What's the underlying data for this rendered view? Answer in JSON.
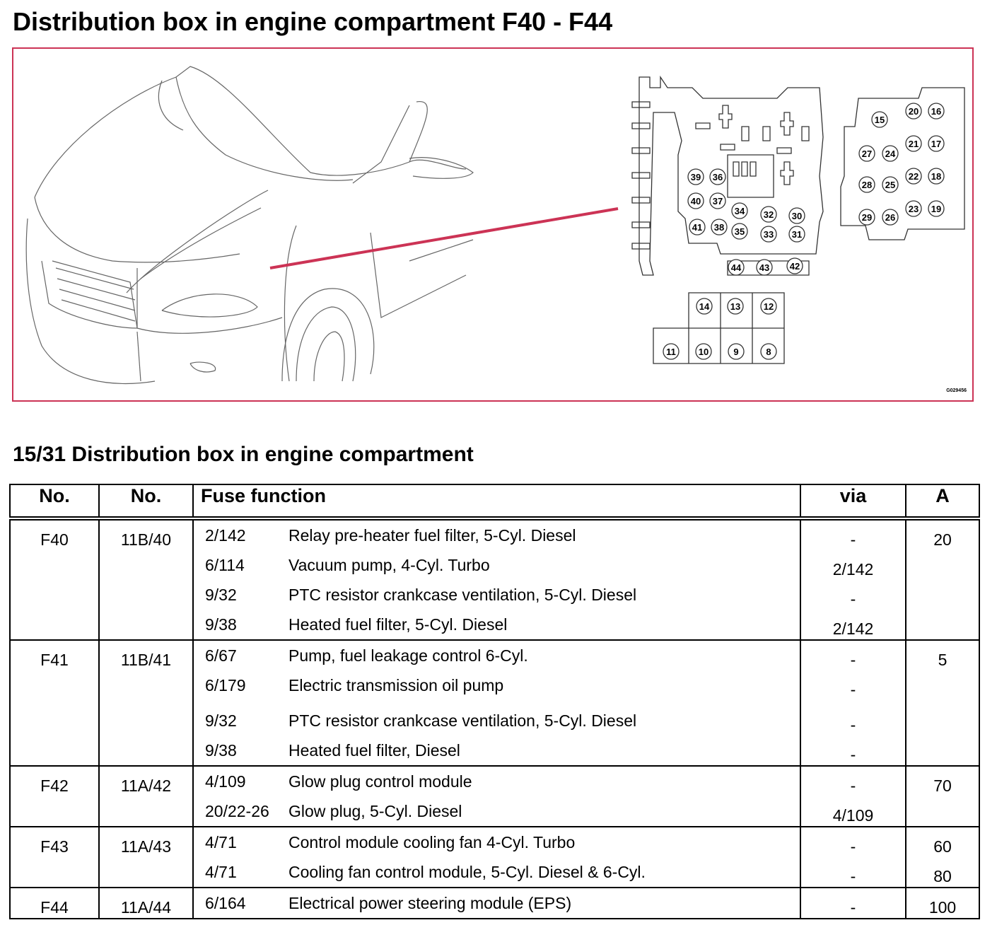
{
  "title": "Distribution box in engine compartment F40 - F44",
  "figure_code": "G029456",
  "fuse_numbers": [
    "15",
    "20",
    "16",
    "27",
    "24",
    "21",
    "17",
    "28",
    "25",
    "22",
    "18",
    "29",
    "26",
    "23",
    "19",
    "39",
    "36",
    "40",
    "37",
    "34",
    "32",
    "30",
    "41",
    "38",
    "35",
    "33",
    "31",
    "44",
    "43",
    "42",
    "14",
    "13",
    "12",
    "11",
    "10",
    "9",
    "8"
  ],
  "section_title": "15/31 Distribution box in engine compartment",
  "table": {
    "headers": {
      "no1": "No.",
      "no2": "No.",
      "function": "Fuse function",
      "via": "via",
      "amp": "A"
    },
    "groups": [
      {
        "no1": "F40",
        "no2": "11B/40",
        "rows": [
          {
            "code": "2/142",
            "desc": "Relay pre-heater fuel filter, 5-Cyl. Diesel",
            "via": "-",
            "amp": "20"
          },
          {
            "code": "6/114",
            "desc": "Vacuum pump, 4-Cyl. Turbo",
            "via": "2/142",
            "amp": ""
          },
          {
            "code": "9/32",
            "desc": "PTC resistor crankcase ventilation, 5-Cyl. Diesel",
            "via": "-",
            "amp": ""
          },
          {
            "code": "9/38",
            "desc": "Heated fuel filter, 5-Cyl. Diesel",
            "via": "2/142",
            "amp": ""
          }
        ]
      },
      {
        "no1": "F41",
        "no2": "11B/41",
        "rows": [
          {
            "code": "6/67",
            "desc": "Pump, fuel leakage control 6-Cyl.",
            "via": "-",
            "amp": "5"
          },
          {
            "code": "6/179",
            "desc": "Electric transmission oil pump",
            "via": "-",
            "amp": ""
          },
          {
            "code": "9/32",
            "desc": "PTC resistor crankcase ventilation, 5-Cyl. Diesel",
            "via": "-",
            "amp": ""
          },
          {
            "code": "9/38",
            "desc": "Heated fuel filter, Diesel",
            "via": "-",
            "amp": ""
          }
        ]
      },
      {
        "no1": "F42",
        "no2": "11A/42",
        "rows": [
          {
            "code": "4/109",
            "desc": "Glow plug control module",
            "via": "-",
            "amp": "70"
          },
          {
            "code": "20/22-26",
            "desc": "Glow plug, 5-Cyl. Diesel",
            "via": "4/109",
            "amp": ""
          }
        ]
      },
      {
        "no1": "F43",
        "no2": "11A/43",
        "rows": [
          {
            "code": "4/71",
            "desc": "Control module cooling fan 4-Cyl. Turbo",
            "via": "-",
            "amp": "60"
          },
          {
            "code": "4/71",
            "desc": "Cooling fan control module, 5-Cyl. Diesel & 6-Cyl.",
            "via": "-",
            "amp": "80"
          }
        ]
      },
      {
        "no1": "F44",
        "no2": "11A/44",
        "rows": [
          {
            "code": "6/164",
            "desc": "Electrical power steering module (EPS)",
            "via": "-",
            "amp": "100"
          }
        ]
      }
    ]
  }
}
